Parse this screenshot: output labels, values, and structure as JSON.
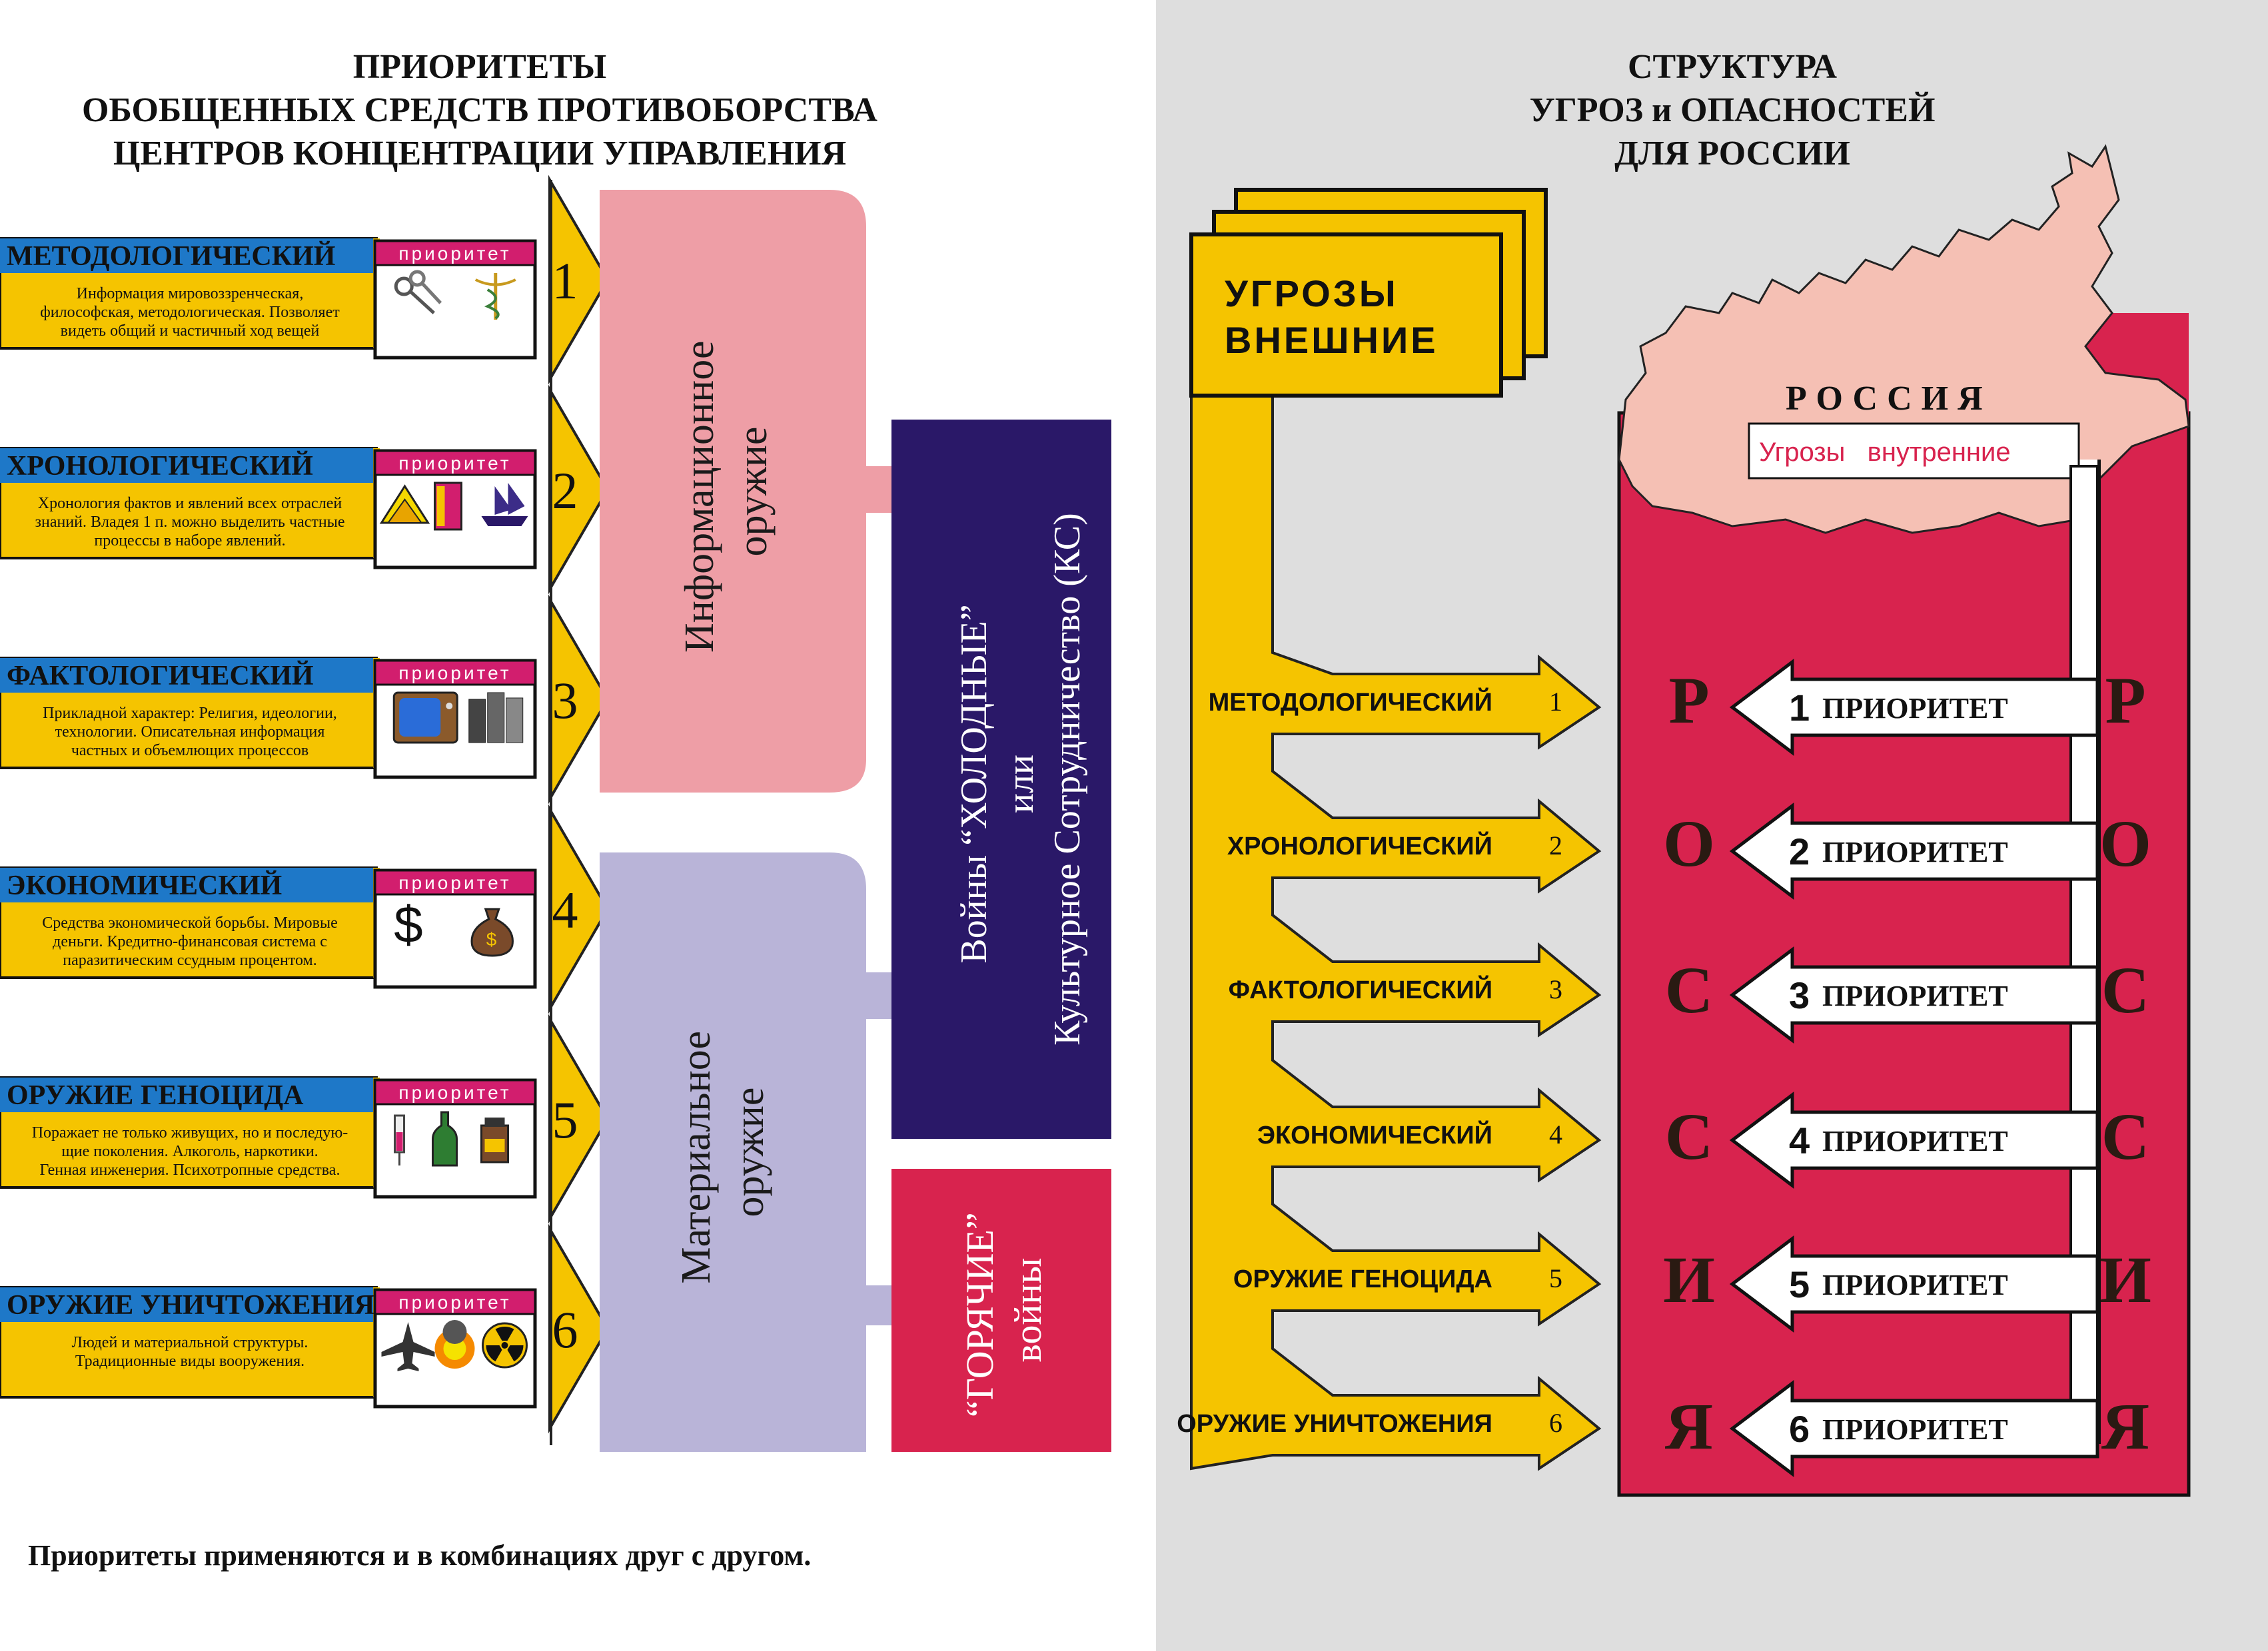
{
  "left": {
    "title_lines": [
      "ПРИОРИТЕТЫ",
      "ОБОБЩЕННЫХ СРЕДСТВ ПРОТИВОБОРСТВА",
      "ЦЕНТРОВ КОНЦЕНТРАЦИИ УПРАВЛЕНИЯ"
    ],
    "priority_tag": "приоритет",
    "cards": [
      {
        "name": "МЕТОДОЛОГИЧЕСКИЙ",
        "number": "1",
        "desc": [
          "Информация мировоззренческая,",
          "философская, методологическая. Позволяет",
          "видеть общий и частичный ход вещей"
        ],
        "icons": [
          "keys-icon",
          "caduceus-icon"
        ]
      },
      {
        "name": "ХРОНОЛОГИЧЕСКИЙ",
        "number": "2",
        "desc": [
          "Хронология фактов и явлений всех отраслей",
          "знаний. Владея 1 п. можно выделить частные",
          "процессы в наборе явлений."
        ],
        "icons": [
          "pyramids-icon",
          "history-book-icon",
          "sailing-ship-icon"
        ]
      },
      {
        "name": "ФАКТОЛОГИЧЕСКИЙ",
        "number": "3",
        "desc": [
          "Прикладной характер: Религия, идеологии,",
          "технологии. Описательная информация",
          "частных и объемлющих процессов"
        ],
        "icons": [
          "television-icon",
          "scripture-books-icon"
        ]
      },
      {
        "name": "ЭКОНОМИЧЕСКИЙ",
        "number": "4",
        "desc": [
          "Средства экономической борьбы. Мировые",
          "деньги. Кредитно-финансовая система с",
          "паразитическим ссудным процентом."
        ],
        "icons": [
          "dollar-sign-icon",
          "money-bag-icon"
        ]
      },
      {
        "name": "ОРУЖИЕ ГЕНОЦИДА",
        "number": "5",
        "desc": [
          "Поражает не только живущих, но и последую-",
          "щие поколения. Алкоголь, наркотики.",
          "Генная инженерия. Психотропные средства."
        ],
        "icons": [
          "syringe-icon",
          "bottle-icon",
          "pill-jar-icon"
        ]
      },
      {
        "name": "ОРУЖИЕ УНИЧТОЖЕНИЯ",
        "number": "6",
        "desc": [
          "Людей и материальной структуры.",
          "Традиционные виды вооружения."
        ],
        "icons": [
          "fighter-jet-icon",
          "explosion-icon",
          "radiation-icon"
        ]
      }
    ],
    "info_weapon": [
      "Информационное",
      "оружие"
    ],
    "material_weapon": [
      "Материальное",
      "оружие"
    ],
    "cold_wars": [
      "Войны “ХОЛОДНЫЕ”",
      "или",
      "Культурное Сотрудничество (КС)"
    ],
    "hot_wars": [
      "“ГОРЯЧИЕ”",
      "войны"
    ],
    "footer": "Приоритеты применяются и в комбинациях друг с другом."
  },
  "right": {
    "title_lines": [
      "СТРУКТУРА",
      "УГРОЗ и ОПАСНОСТЕЙ",
      "ДЛЯ РОССИИ"
    ],
    "external_threats": [
      "УГРОЗЫ",
      "ВНЕШНИЕ"
    ],
    "russia_map_label": "РОССИЯ",
    "internal_threats": "Угрозы   внутренние",
    "threats": [
      {
        "label": "МЕТОДОЛОГИЧЕСКИЙ",
        "number": "1"
      },
      {
        "label": "ХРОНОЛОГИЧЕСКИЙ",
        "number": "2"
      },
      {
        "label": "ФАКТОЛОГИЧЕСКИЙ",
        "number": "3"
      },
      {
        "label": "ЭКОНОМИЧЕСКИЙ",
        "number": "4"
      },
      {
        "label": "ОРУЖИЕ   ГЕНОЦИДА",
        "number": "5"
      },
      {
        "label": "ОРУЖИЕ  УНИЧТОЖЕНИЯ",
        "number": "6"
      }
    ],
    "priority_arrows": [
      {
        "number": "1",
        "label": "ПРИОРИТЕТ"
      },
      {
        "number": "2",
        "label": "ПРИОРИТЕТ"
      },
      {
        "number": "3",
        "label": "ПРИОРИТЕТ"
      },
      {
        "number": "4",
        "label": "ПРИОРИТЕТ"
      },
      {
        "number": "5",
        "label": "ПРИОРИТЕТ"
      },
      {
        "number": "6",
        "label": "ПРИОРИТЕТ"
      }
    ],
    "side_letters": [
      "Р",
      "О",
      "С",
      "С",
      "И",
      "Я"
    ]
  },
  "colors": {
    "yellow": "#F5C400",
    "blue": "#1E78C8",
    "magenta": "#D21E6E",
    "pink": "#EE9EA6",
    "lavender": "#B9B4D8",
    "navy": "#2A1868",
    "crimson": "#D8234E",
    "map_pink": "#F5C0B4",
    "grey_bg": "#DEDEDE"
  }
}
